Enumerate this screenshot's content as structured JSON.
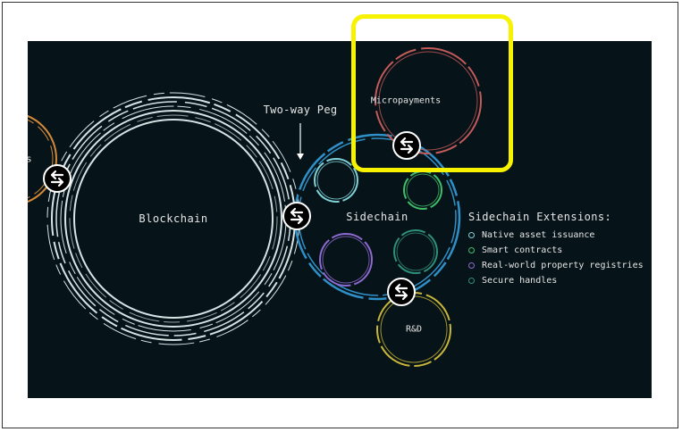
{
  "labels": {
    "blockchain": "Blockchain",
    "sidechain": "Sidechain",
    "micropayments": "Micropayments",
    "rd": "R&D",
    "two_way_peg": "Two-way Peg",
    "partial_left": "s"
  },
  "legend": {
    "title": "Sidechain Extensions:",
    "items": [
      {
        "label": "Native asset issuance",
        "color": "#7fd3d8"
      },
      {
        "label": "Smart contracts",
        "color": "#3fbf6a"
      },
      {
        "label": "Real-world property registries",
        "color": "#8e6ad0"
      },
      {
        "label": "Secure handles",
        "color": "#2e8f7a"
      }
    ]
  },
  "colors": {
    "background": "#061318",
    "blockchain_ring": "#d6e4e6",
    "sidechain_ring": "#2f8fc7",
    "micropayments_ring": "#c45a5a",
    "rd_ring": "#c9b63a",
    "partial_ring": "#d28a3a",
    "highlight": "#f7f200"
  },
  "icons": {
    "peg_connector": "bidirectional-arrows-icon"
  }
}
